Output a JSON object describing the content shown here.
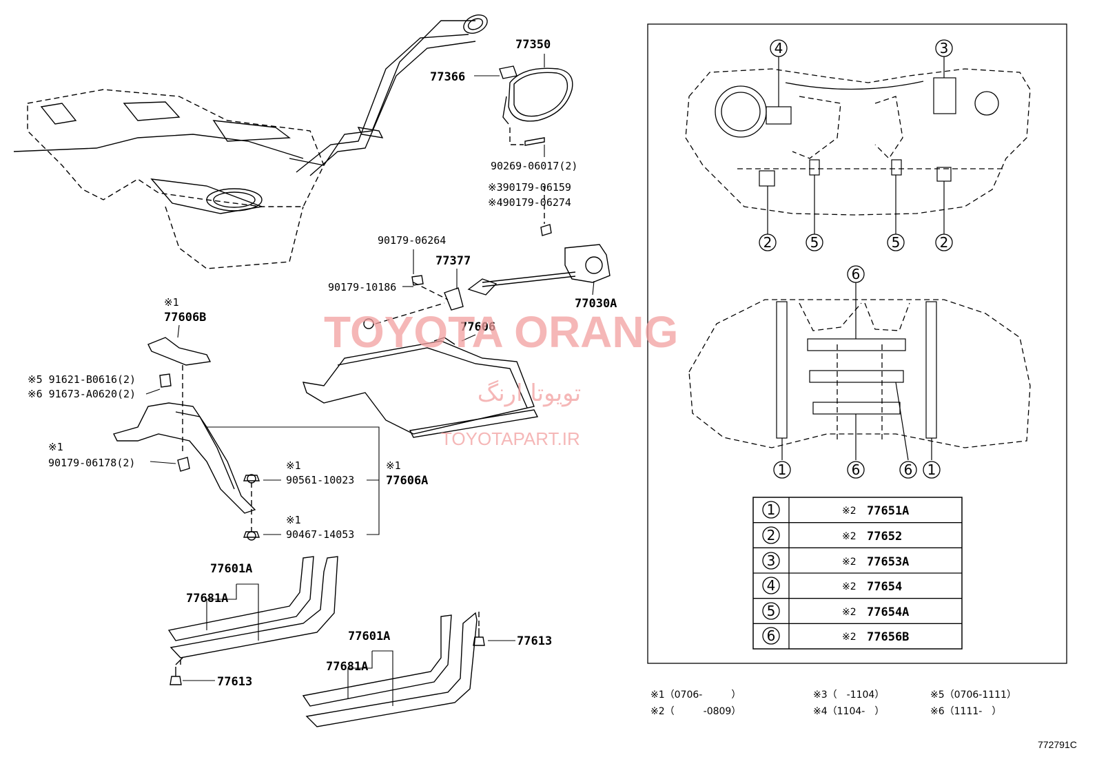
{
  "parts": {
    "p77350": "77350",
    "p77366": "77366",
    "p90269": "90269-06017(2)",
    "p90179_06159": "※390179-06159",
    "p90179_06274": "※490179-06274",
    "p90179_06264": "90179-06264",
    "p77377": "77377",
    "p90179_10186": "90179-10186",
    "p77030A": "77030A",
    "p77606B_note": "※1",
    "p77606B": "77606B",
    "p77606": "77606",
    "p91621": "※5 91621-B0616(2)",
    "p91673": "※6 91673-A0620(2)",
    "p90179_06178_note": "※1",
    "p90179_06178": "90179-06178(2)",
    "p90561_note": "※1",
    "p90561": "90561-10023",
    "p77606A_note": "※1",
    "p77606A": "77606A",
    "p90467_note": "※1",
    "p90467": "90467-14053",
    "p77601A_1": "77601A",
    "p77681A_1": "77681A",
    "p77613_1": "77613",
    "p77601A_2": "77601A",
    "p77681A_2": "77681A",
    "p77613_2": "77613"
  },
  "callouts": {
    "top": [
      "4",
      "3"
    ],
    "mid": [
      "2",
      "5",
      "5",
      "2"
    ],
    "six_top": "6",
    "bottom": [
      "1",
      "6",
      "6",
      "1"
    ]
  },
  "legend": [
    {
      "num": "1",
      "mark": "※2",
      "part": "77651A"
    },
    {
      "num": "2",
      "mark": "※2",
      "part": "77652"
    },
    {
      "num": "3",
      "mark": "※2",
      "part": "77653A"
    },
    {
      "num": "4",
      "mark": "※2",
      "part": "77654"
    },
    {
      "num": "5",
      "mark": "※2",
      "part": "77654A"
    },
    {
      "num": "6",
      "mark": "※2",
      "part": "77656B"
    }
  ],
  "footnotes": {
    "n1": "※1（0706-　　　）",
    "n2": "※2（　　　-0809）",
    "n3": "※3（　-1104）",
    "n4": "※4（1104-　）",
    "n5": "※5（0706-1111）",
    "n6": "※6（1111-　）"
  },
  "watermark": {
    "brand": "TOYOTA ORANG",
    "persian": "تویوتا ارنگ",
    "url": "TOYOTAPART.IR"
  },
  "reference_code": "772791C"
}
